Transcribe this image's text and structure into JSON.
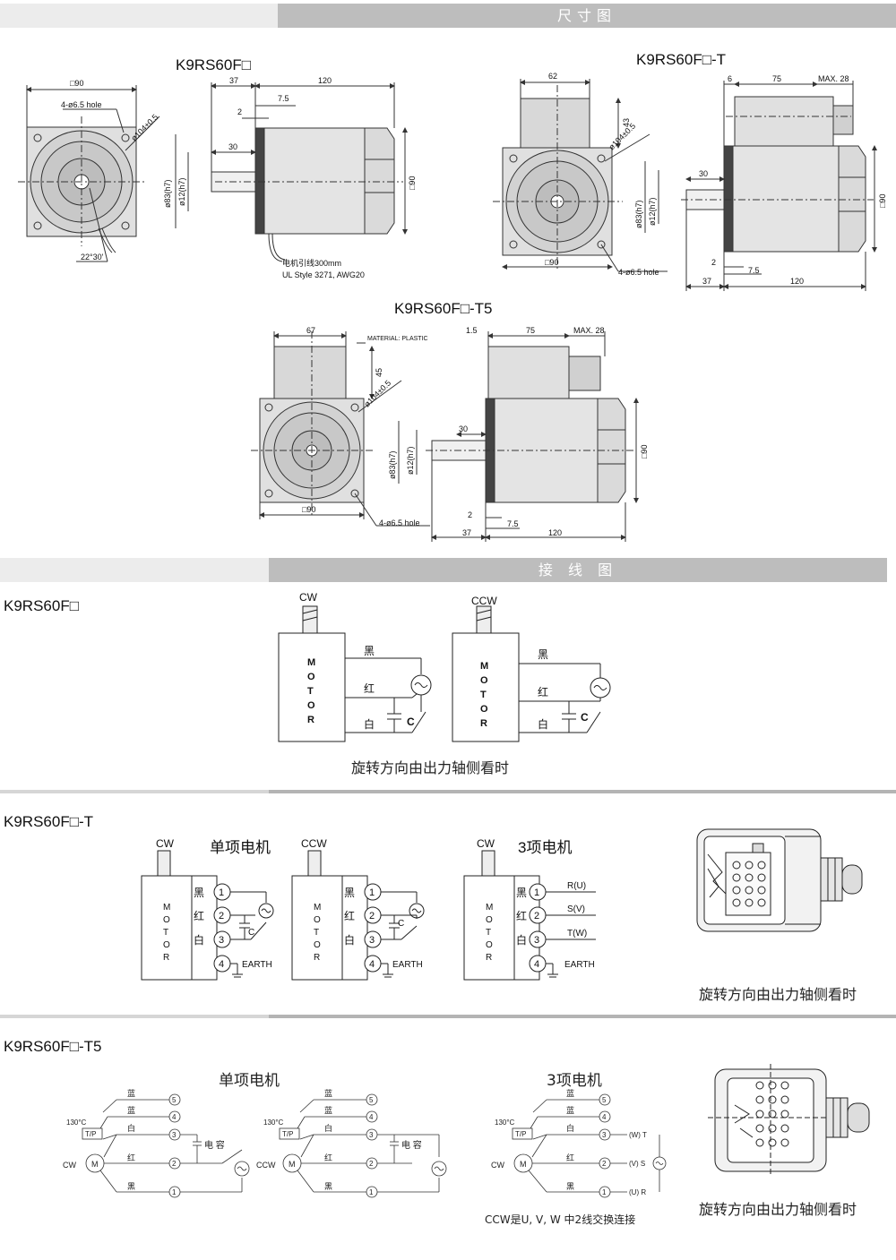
{
  "sections": {
    "dimension_title": "尺寸图",
    "wiring_title": "接 线 图"
  },
  "dimension": {
    "model_a": "K9RS60F□",
    "model_b": "K9RS60F□-T",
    "model_c": "K9RS60F□-T5",
    "dims": {
      "sq90": "□90",
      "hole": "4-ø6.5 hole",
      "d104": "ø104±0.5",
      "d83": "ø83(h7)",
      "d12": "ø12(h7)",
      "angle": "22°30'",
      "l37": "37",
      "l120": "120",
      "l75": "7.5",
      "l2": "2",
      "l30": "30",
      "l90v": "□90",
      "l62": "62",
      "l43": "43",
      "l6": "6",
      "l75b": "75",
      "max28": "MAX. 28",
      "l67": "67",
      "l45": "45",
      "l15": "1.5",
      "material": "MATERIAL: PLASTIC",
      "lead1": "电机引线300mm",
      "lead2": "UL Style 3271, AWG20"
    }
  },
  "wiring": {
    "s1": {
      "model": "K9RS60F□",
      "cw": "CW",
      "ccw": "CCW",
      "motor": [
        "M",
        "O",
        "T",
        "O",
        "R"
      ],
      "black": "黑",
      "red": "红",
      "white": "白",
      "cap": "C",
      "caption": "旋转方向由出力轴侧看时"
    },
    "s2": {
      "model": "K9RS60F□-T",
      "single": "单项电机",
      "three": "3项电机",
      "cw": "CW",
      "ccw": "CCW",
      "black": "黑",
      "red": "红",
      "white": "白",
      "cap": "C",
      "earth": "EARTH",
      "r": "R(U)",
      "s": "S(V)",
      "t": "T(W)",
      "n1": "1",
      "n2": "2",
      "n3": "3",
      "n4": "4",
      "caption": "旋转方向由出力轴侧看时"
    },
    "s3": {
      "model": "K9RS60F□-T5",
      "single": "单项电机",
      "three": "3项电机",
      "blue": "蓝",
      "white": "白",
      "red": "红",
      "black": "黑",
      "temp": "130°C",
      "tp": "T/P",
      "m": "M",
      "cw": "CW",
      "ccw": "CCW",
      "cap": "电 容",
      "wt": "(W) T",
      "vs": "(V) S",
      "ur": "(U) R",
      "n1": "1",
      "n2": "2",
      "n3": "3",
      "n4": "4",
      "n5": "5",
      "note": "CCW是U, V, W  中2线交换连接",
      "caption": "旋转方向由出力轴侧看时"
    }
  }
}
